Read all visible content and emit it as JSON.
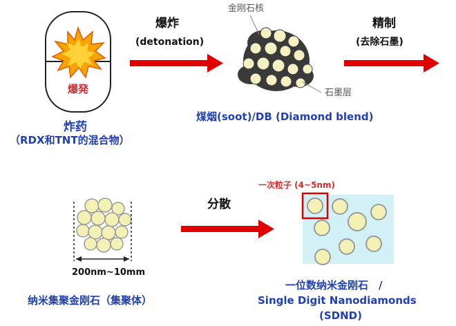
{
  "colors": {
    "arrow": "#e00000",
    "particle_fill": "#f4f1b7",
    "particle_stroke": "#9a9a9a",
    "core_fill": "#f5f1c2",
    "soot": "#3a3a3a",
    "label_blue": "#1f3fb5",
    "label_red": "#d52b2b",
    "cyan_bg": "#c9eef5",
    "explosion": "#f7a400"
  },
  "explosive": {
    "vessel_label": "爆発",
    "caption_line1": "炸药",
    "caption_line2": "（RDX和TNT的混合物）"
  },
  "step1": {
    "label": "爆炸",
    "sublabel": "(detonation)"
  },
  "soot": {
    "core_label": "金刚石核",
    "graphite_label": "石墨层",
    "caption": "煤烟(soot)/DB (Diamond blend)"
  },
  "step2": {
    "label": "精制",
    "sublabel": "(去除石墨)"
  },
  "aggregate": {
    "size_label": "200nm~10mm",
    "caption": "纳米集聚金刚石（集聚体）"
  },
  "step3": {
    "label": "分散"
  },
  "sdnd": {
    "primary_label": "一次粒子 (4~5nm)",
    "caption_line1": "一位数纳米金刚石　/",
    "caption_line2": "Single Digit Nanodiamonds",
    "caption_line3": "(SDND)"
  }
}
